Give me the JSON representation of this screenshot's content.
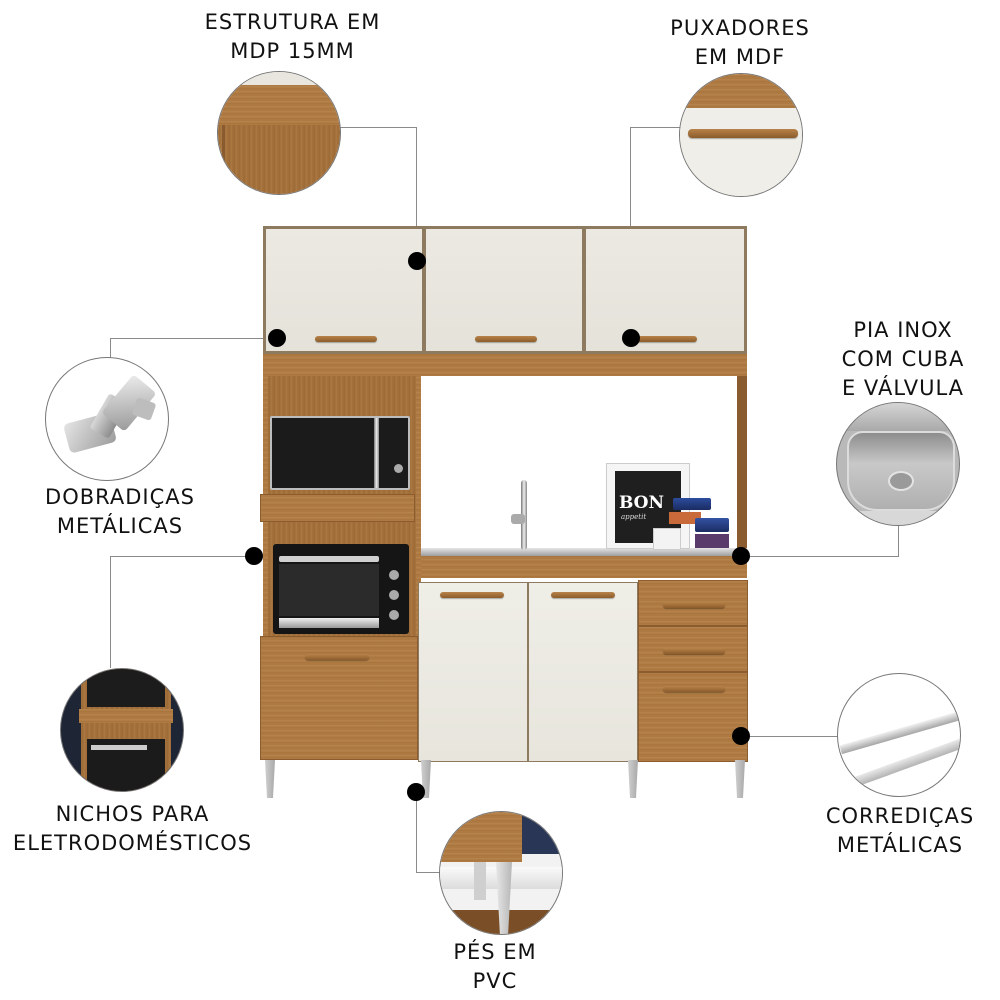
{
  "features": [
    {
      "id": "estrutura",
      "label": "ESTRUTURA EM\nMDP 15MM",
      "icon": "mdp-structure-detail"
    },
    {
      "id": "puxadores",
      "label": "PUXADORES\nEM MDF",
      "icon": "mdf-handle-detail"
    },
    {
      "id": "pia",
      "label": "PIA INOX\nCOM CUBA\nE VÁLVULA",
      "icon": "stainless-sink-detail"
    },
    {
      "id": "dobradicas",
      "label": "DOBRADIÇAS\nMETÁLICAS",
      "icon": "metal-hinge-detail"
    },
    {
      "id": "nichos",
      "label": "NICHOS PARA\nELETRODOMÉSTICOS",
      "icon": "appliance-niche-detail"
    },
    {
      "id": "corredicas",
      "label": "CORREDIÇAS\nMETÁLICAS",
      "icon": "metal-drawer-slide-detail"
    },
    {
      "id": "pes",
      "label": "PÉS EM\nPVC",
      "icon": "pvc-feet-detail"
    }
  ],
  "product": {
    "decor_text": "BON",
    "decor_subtext": "appetit",
    "colors": {
      "wood": "#a8743d",
      "white": "#e8e6de",
      "dot": "#000000",
      "line": "#8a8a8a"
    }
  }
}
